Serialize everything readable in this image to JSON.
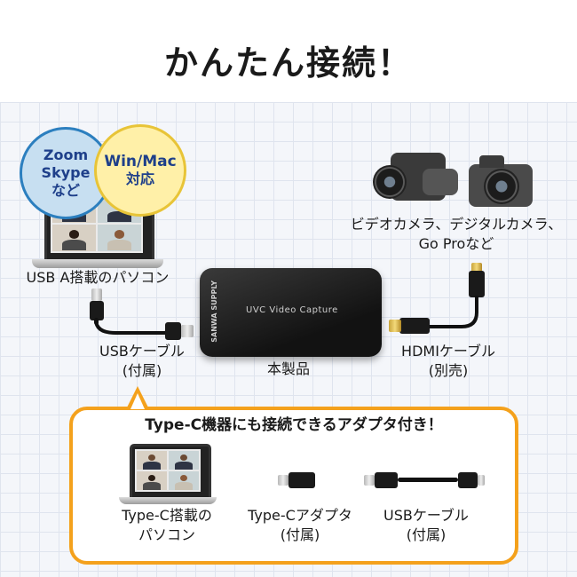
{
  "title": "かんたん接続！",
  "bubbles": {
    "left_line1": "Zoom",
    "left_line2": "Skype",
    "left_line3": "など",
    "right_line1": "Win/Mac",
    "right_line2": "対応"
  },
  "labels": {
    "laptop": "USB A搭載のパソコン",
    "camera_line1": "ビデオカメラ、デジタルカメラ、",
    "camera_line2": "Go Proなど",
    "usb_cable_line1": "USBケーブル",
    "usb_cable_line2": "(付属)",
    "product": "本製品",
    "hdmi_line1": "HDMIケーブル",
    "hdmi_line2": "(別売)"
  },
  "device": {
    "brand": "SANWA SUPPLY",
    "name": "UVC Video Capture"
  },
  "callout": {
    "title": "Type-C機器にも接続できるアダプタ付き！",
    "items": [
      {
        "line1": "Type-C搭載の",
        "line2": "パソコン"
      },
      {
        "line1": "Type-Cアダプタ",
        "line2": "(付属)"
      },
      {
        "line1": "USBケーブル",
        "line2": "(付属)"
      }
    ]
  },
  "colors": {
    "accent_orange": "#f4a11c",
    "bubble_blue_border": "#2c7fbf",
    "bubble_yellow_border": "#e8c437",
    "text_navy": "#1e3f8a"
  },
  "icons": [
    "laptop-icon",
    "video-camera-icon",
    "digital-camera-icon",
    "capture-device-icon",
    "usb-cable-icon",
    "hdmi-cable-icon",
    "type-c-adapter-icon"
  ]
}
